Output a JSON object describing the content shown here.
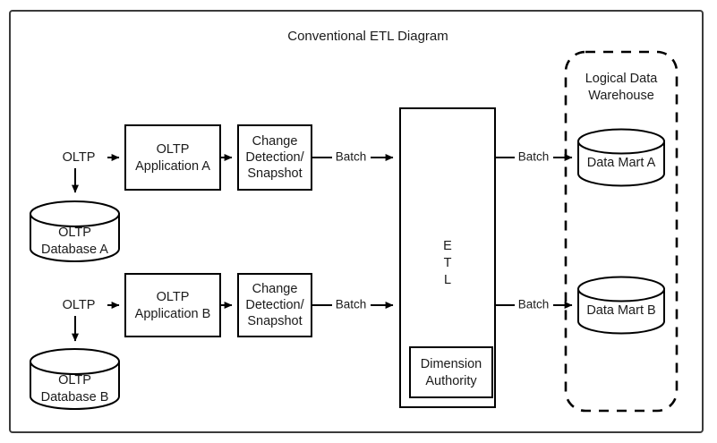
{
  "diagram": {
    "title": "Conventional ETL Diagram",
    "frame": {
      "name": "diagram-frame"
    },
    "sources": [
      {
        "id": "a",
        "stream_label": "OLTP",
        "database_label_line1": "OLTP",
        "database_label_line2": "Database A",
        "application_label_line1": "OLTP",
        "application_label_line2": "Application A",
        "change_label_line1": "Change",
        "change_label_line2": "Detection/",
        "change_label_line3": "Snapshot",
        "batch_in_label": "Batch",
        "batch_out_label": "Batch",
        "mart_label": "Data Mart A"
      },
      {
        "id": "b",
        "stream_label": "OLTP",
        "database_label_line1": "OLTP",
        "database_label_line2": "Database B",
        "application_label_line1": "OLTP",
        "application_label_line2": "Application B",
        "change_label_line1": "Change",
        "change_label_line2": "Detection/",
        "change_label_line3": "Snapshot",
        "batch_in_label": "Batch",
        "batch_out_label": "Batch",
        "mart_label": "Data Mart B"
      }
    ],
    "etl": {
      "letter1": "E",
      "letter2": "T",
      "letter3": "L",
      "dimension_label_line1": "Dimension",
      "dimension_label_line2": "Authority"
    },
    "warehouse": {
      "label_line1": "Logical Data",
      "label_line2": "Warehouse"
    },
    "colors": {
      "stroke": "#000000",
      "frame_stroke": "#3a3a3a",
      "text": "#1b1b1b",
      "background": "#ffffff"
    }
  }
}
